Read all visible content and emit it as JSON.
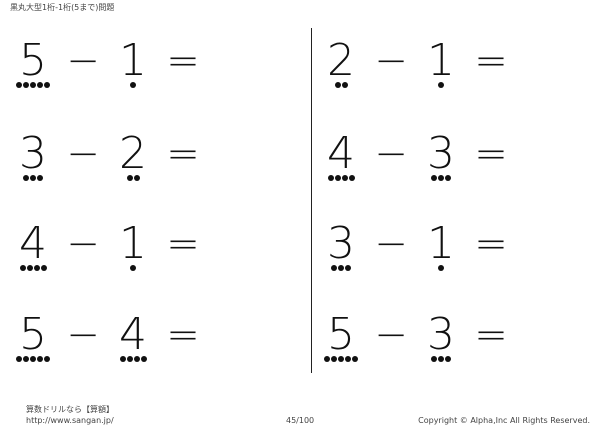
{
  "page": {
    "title": "黒丸大型1桁-1桁(5まで)問題",
    "footer": {
      "brand": "算数ドリルなら【算額】",
      "url": "http://www.sangan.jp/",
      "page_number": "45/100",
      "copyright": "Copyright © Alpha,Inc All Rights Reserved."
    }
  },
  "symbols": {
    "minus": "−",
    "equals": "="
  },
  "problems": {
    "left": [
      {
        "a": "5",
        "b": "1"
      },
      {
        "a": "3",
        "b": "2"
      },
      {
        "a": "4",
        "b": "1"
      },
      {
        "a": "5",
        "b": "4"
      }
    ],
    "right": [
      {
        "a": "2",
        "b": "1"
      },
      {
        "a": "4",
        "b": "3"
      },
      {
        "a": "3",
        "b": "1"
      },
      {
        "a": "5",
        "b": "3"
      }
    ]
  }
}
